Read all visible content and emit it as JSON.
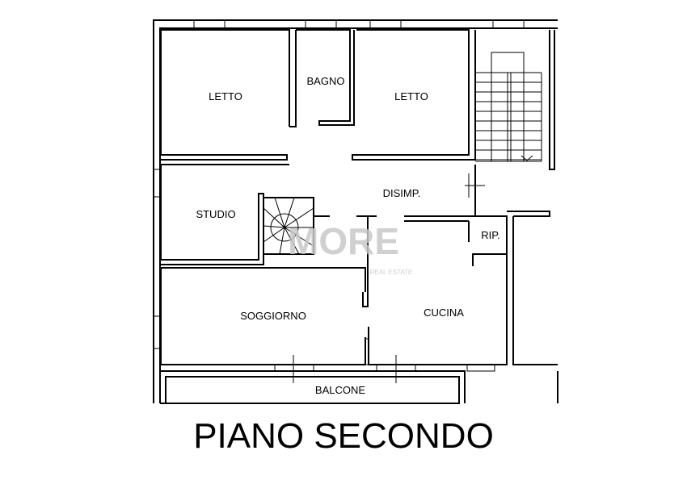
{
  "plan": {
    "title": "PIANO SECONDO",
    "rooms": {
      "letto_1": "LETTO",
      "bagno": "BAGNO",
      "letto_2": "LETTO",
      "studio": "STUDIO",
      "disimpegno": "DISIMP.",
      "ripostiglio": "RIP.",
      "soggiorno": "SOGGIORNO",
      "cucina": "CUCINA",
      "balcone": "BALCONE"
    }
  },
  "watermark": {
    "brand": "MORE",
    "tagline": "REAL ESTATE",
    "color": "#c8c8c8"
  }
}
